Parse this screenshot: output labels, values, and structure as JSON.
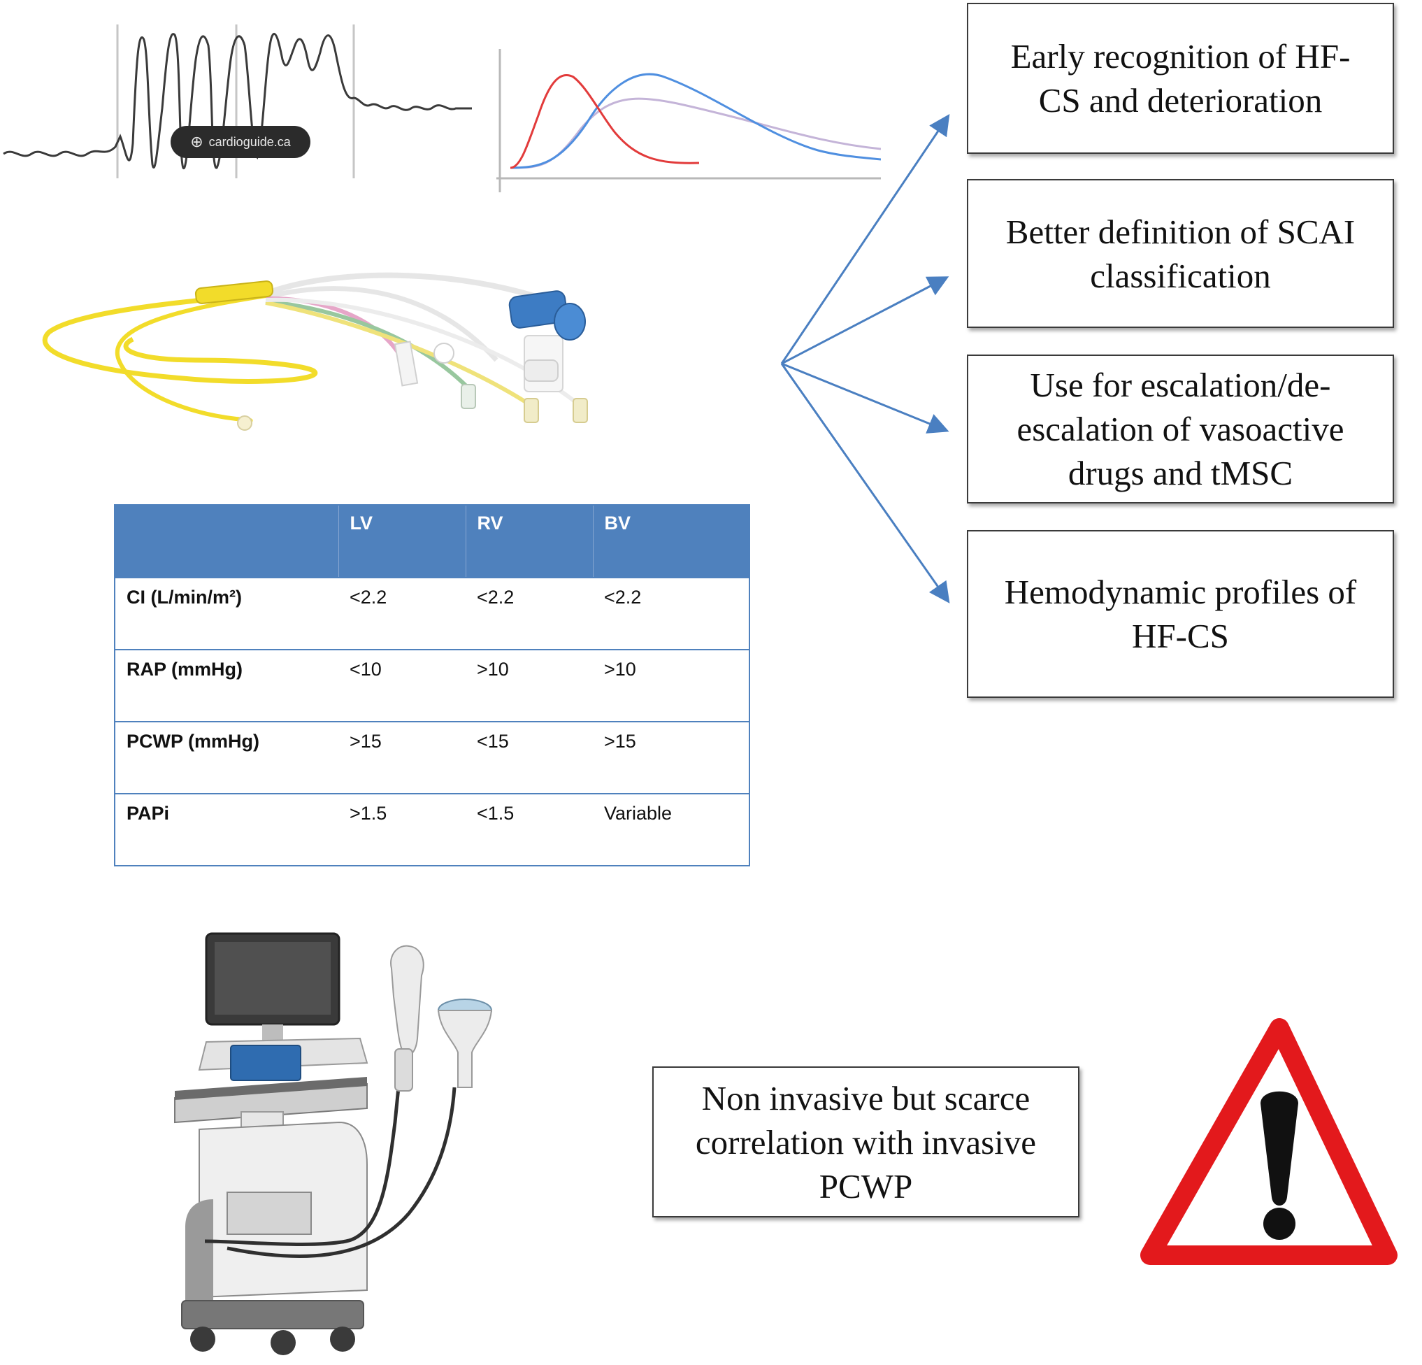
{
  "waveform_watermark": "cardioguide.ca",
  "outcome_boxes": [
    {
      "lines": [
        "Early recognition of HF-",
        "CS and deterioration"
      ]
    },
    {
      "lines": [
        "Better definition of SCAI",
        "classification"
      ]
    },
    {
      "lines": [
        "Use for escalation/de-",
        "escalation of vasoactive",
        "drugs and tMSC"
      ]
    },
    {
      "lines": [
        "Hemodynamic profiles of",
        "HF-CS"
      ]
    }
  ],
  "table": {
    "headers": [
      "",
      "LV",
      "RV",
      "BV"
    ],
    "rows": [
      {
        "label": "CI (L/min/m²)",
        "values": [
          "<2.2",
          "<2.2",
          "<2.2"
        ]
      },
      {
        "label": "RAP (mmHg)",
        "values": [
          "<10",
          ">10",
          ">10"
        ]
      },
      {
        "label": "PCWP (mmHg)",
        "values": [
          ">15",
          "<15",
          ">15"
        ]
      },
      {
        "label": "PAPi",
        "values": [
          ">1.5",
          "<1.5",
          "Variable"
        ]
      }
    ]
  },
  "noninvasive_box": {
    "lines": [
      "Non invasive but scarce",
      "correlation with invasive",
      "PCWP"
    ]
  },
  "colors": {
    "arrow": "#4a7fc1",
    "table_header": "#4f81bd",
    "warning_red": "#e3191c",
    "curve_red": "#e23b3b",
    "curve_blue": "#4f8fe0",
    "curve_lilac": "#c4b4d8",
    "catheter_yellow": "#f2dc2a"
  },
  "icons": [
    "pressure-waveform-icon",
    "thermodilution-curve-icon",
    "pulmonary-artery-catheter-icon",
    "ultrasound-machine-icon",
    "warning-triangle-icon"
  ]
}
